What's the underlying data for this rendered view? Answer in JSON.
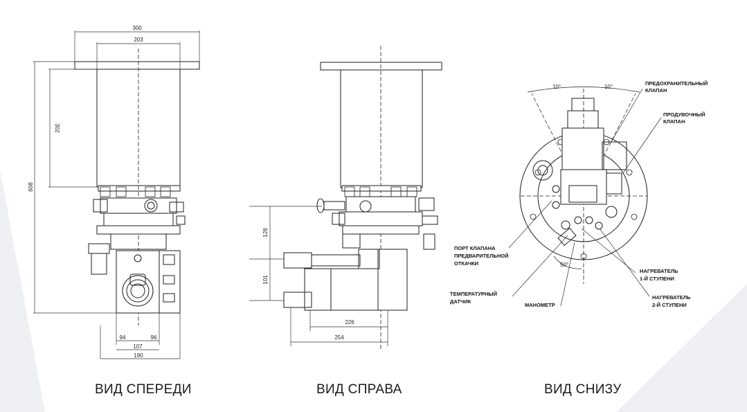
{
  "views": {
    "front": {
      "title": "ВИД СПЕРЕДИ",
      "dims": {
        "d300": "300",
        "d203": "203",
        "d302": "302",
        "d608": "608",
        "d94": "94",
        "d96": "96",
        "d107": "107",
        "d190": "190"
      }
    },
    "side": {
      "title": "ВИД СПРАВА",
      "dims": {
        "d128": "128",
        "d101": "101",
        "d226": "226",
        "d254": "254"
      }
    },
    "bottom": {
      "title": "ВИД СНИЗУ",
      "angles": {
        "a10_left": "10°",
        "a10_right": "10°",
        "a50": "50°"
      },
      "labels": {
        "safety_valve": [
          "ПРЕДОХРАНИТЕЛЬНЫЙ",
          "КЛАПАН"
        ],
        "purge_valve": [
          "ПРОДУВОЧНЫЙ",
          "КЛАПАН"
        ],
        "preevac_port": [
          "ПОРТ КЛАПАНА",
          "ПРЕДВАРИТЕЛЬНОЙ",
          "ОТКАЧКИ"
        ],
        "heater1": [
          "НАГРЕВАТЕЛЬ",
          "1-Й СТУПЕНИ"
        ],
        "temp_sensor": [
          "ТЕМПЕРАТУРНЫЙ",
          "ДАТЧИК"
        ],
        "manometer": [
          "МАНОМЕТР"
        ],
        "heater2": [
          "НАГРЕВАТЕЛЬ",
          "2-Й СТУПЕНИ"
        ]
      }
    }
  },
  "colors": {
    "line": "#1b1b1b",
    "dim": "#333333",
    "background": "#ffffff",
    "shade": "#f2f3f5"
  }
}
